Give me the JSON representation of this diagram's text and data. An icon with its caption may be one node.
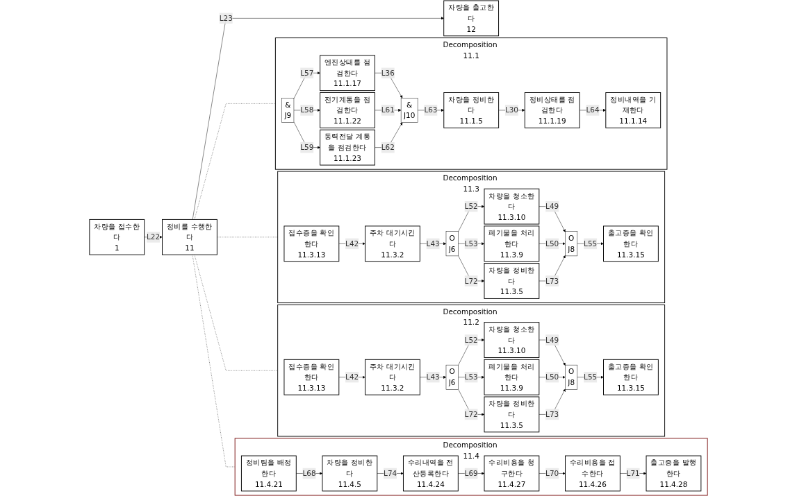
{
  "diagram": {
    "nodes": [
      {
        "text": [
          "차량을 접수한다",
          "1"
        ]
      },
      {
        "text": [
          "정비를 수행한다",
          "11"
        ]
      },
      {
        "text": [
          "차량을 출고한다",
          "12"
        ]
      },
      {
        "text": [
          "Decomposition 11.1"
        ]
      },
      {
        "text": [
          "&",
          "J9"
        ],
        "in": 3
      },
      {
        "text": [
          "엔진상태를 점검한다",
          "11.1.17"
        ],
        "in": 3
      },
      {
        "text": [
          "전기계통을 점검한다",
          "11.1.22"
        ],
        "in": 3
      },
      {
        "text": [
          "동력전달 계통을 점검한다",
          "11.1.23"
        ],
        "in": 3
      },
      {
        "text": [
          "&",
          "J10"
        ],
        "in": 3
      },
      {
        "text": [
          "차량을 정비한다",
          "11.1.5"
        ],
        "in": 3
      },
      {
        "text": [
          "정비상태를 점검한다",
          "11.1.19"
        ],
        "in": 3
      },
      {
        "text": [
          "정비내역을 기재한다",
          "11.1.14"
        ],
        "in": 3
      },
      {
        "text": [
          "Decomposition 11.3"
        ]
      },
      {
        "text": [
          "접수증을 확인한다",
          "11.3.13"
        ],
        "in": 12
      },
      {
        "text": [
          "주차 대기시킨다",
          "11.3.2"
        ],
        "in": 12
      },
      {
        "text": [
          "O",
          "J6"
        ],
        "in": 12
      },
      {
        "text": [
          "차량을 청소한다",
          "11.3.10"
        ],
        "in": 12
      },
      {
        "text": [
          "폐기물을 처리한다",
          "11.3.9"
        ],
        "in": 12
      },
      {
        "text": [
          "차량을 정비한다",
          "11.3.5"
        ],
        "in": 12
      },
      {
        "text": [
          "O",
          "J8"
        ],
        "in": 12
      },
      {
        "text": [
          "출고증을 확인한다",
          "11.3.15"
        ],
        "in": 12
      },
      {
        "text": [
          "Decomposition 11.2"
        ]
      },
      {
        "text": [
          "접수증을 확인한다",
          "11.3.13"
        ],
        "in": 21
      },
      {
        "text": [
          "주차 대기시킨다",
          "11.3.2"
        ],
        "in": 21
      },
      {
        "text": [
          "O",
          "J6"
        ],
        "in": 21
      },
      {
        "text": [
          "차량을 청소한다",
          "11.3.10"
        ],
        "in": 21
      },
      {
        "text": [
          "폐기물을 처리한다",
          "11.3.9"
        ],
        "in": 21
      },
      {
        "text": [
          "차량을 정비한다",
          "11.3.5"
        ],
        "in": 21
      },
      {
        "text": [
          "O",
          "J8"
        ],
        "in": 21
      },
      {
        "text": [
          "출고증을 확인한다",
          "11.3.15"
        ],
        "in": 21
      },
      {
        "text": [
          "Decomposition 11.4"
        ]
      },
      {
        "text": [
          "정비팀을 배정한다",
          "11.4.21"
        ],
        "in": 30
      },
      {
        "text": [
          "차량을 정비한다",
          "11.4.5"
        ],
        "in": 30
      },
      {
        "text": [
          "수리내역을 전산등록한다",
          "11.4.24"
        ],
        "in": 30
      },
      {
        "text": [
          "수리비용을 청구한다",
          "11.4.27"
        ],
        "in": 30
      },
      {
        "text": [
          "수리비용을 접수한다",
          "11.4.26"
        ],
        "in": 30
      },
      {
        "text": [
          "출고증을 발행한다",
          "11.4.28"
        ],
        "in": 30
      }
    ],
    "edges": [
      {
        "from": 0,
        "to": 1,
        "arrow": "to",
        "label": "L22"
      },
      {
        "from": 1,
        "to": 2,
        "arrow": "to",
        "label": "L23"
      },
      {
        "from": 1,
        "to": 3,
        "arrow": "none",
        "style": "dashed"
      },
      {
        "from": 1,
        "to": 12,
        "arrow": "none",
        "style": "dashed"
      },
      {
        "from": 1,
        "to": 21,
        "arrow": "none",
        "style": "dashed"
      },
      {
        "from": 1,
        "to": 30,
        "arrow": "none",
        "style": "dashed"
      },
      {
        "from": 4,
        "to": 5,
        "arrow": "to",
        "label": "L57"
      },
      {
        "from": 4,
        "to": 6,
        "arrow": "to",
        "label": "L58"
      },
      {
        "from": 4,
        "to": 7,
        "arrow": "to",
        "label": "L59"
      },
      {
        "from": 5,
        "to": 8,
        "arrow": "to",
        "label": "L36"
      },
      {
        "from": 6,
        "to": 8,
        "arrow": "to",
        "label": "L61"
      },
      {
        "from": 7,
        "to": 8,
        "arrow": "to",
        "label": "L62"
      },
      {
        "from": 8,
        "to": 9,
        "arrow": "to",
        "label": "L63"
      },
      {
        "from": 9,
        "to": 10,
        "arrow": "to",
        "label": "L30"
      },
      {
        "from": 10,
        "to": 11,
        "arrow": "to",
        "label": "L64"
      },
      {
        "from": 13,
        "to": 14,
        "arrow": "to",
        "label": "L42"
      },
      {
        "from": 14,
        "to": 15,
        "arrow": "to",
        "label": "L43"
      },
      {
        "from": 15,
        "to": 16,
        "arrow": "to",
        "label": "L52"
      },
      {
        "from": 15,
        "to": 17,
        "arrow": "to",
        "label": "L53"
      },
      {
        "from": 15,
        "to": 18,
        "arrow": "to",
        "label": "L72"
      },
      {
        "from": 16,
        "to": 19,
        "arrow": "to",
        "label": "L49"
      },
      {
        "from": 17,
        "to": 19,
        "arrow": "to",
        "label": "L50"
      },
      {
        "from": 18,
        "to": 19,
        "arrow": "to",
        "label": "L73"
      },
      {
        "from": 19,
        "to": 20,
        "arrow": "to",
        "label": "L55"
      },
      {
        "from": 22,
        "to": 23,
        "arrow": "to",
        "label": "L42"
      },
      {
        "from": 23,
        "to": 24,
        "arrow": "to",
        "label": "L43"
      },
      {
        "from": 24,
        "to": 25,
        "arrow": "to",
        "label": "L52"
      },
      {
        "from": 24,
        "to": 26,
        "arrow": "to",
        "label": "L53"
      },
      {
        "from": 24,
        "to": 27,
        "arrow": "to",
        "label": "L72"
      },
      {
        "from": 25,
        "to": 28,
        "arrow": "to",
        "label": "L49"
      },
      {
        "from": 26,
        "to": 28,
        "arrow": "to",
        "label": "L50"
      },
      {
        "from": 27,
        "to": 28,
        "arrow": "to",
        "label": "L73"
      },
      {
        "from": 28,
        "to": 29,
        "arrow": "to",
        "label": "L55"
      },
      {
        "from": 31,
        "to": 32,
        "arrow": "to",
        "label": "L68"
      },
      {
        "from": 32,
        "to": 33,
        "arrow": "to",
        "label": "L74"
      },
      {
        "from": 33,
        "to": 34,
        "arrow": "to",
        "label": "L69"
      },
      {
        "from": 34,
        "to": 35,
        "arrow": "to",
        "label": "L70"
      },
      {
        "from": 35,
        "to": 36,
        "arrow": "to",
        "label": "L71"
      }
    ]
  }
}
